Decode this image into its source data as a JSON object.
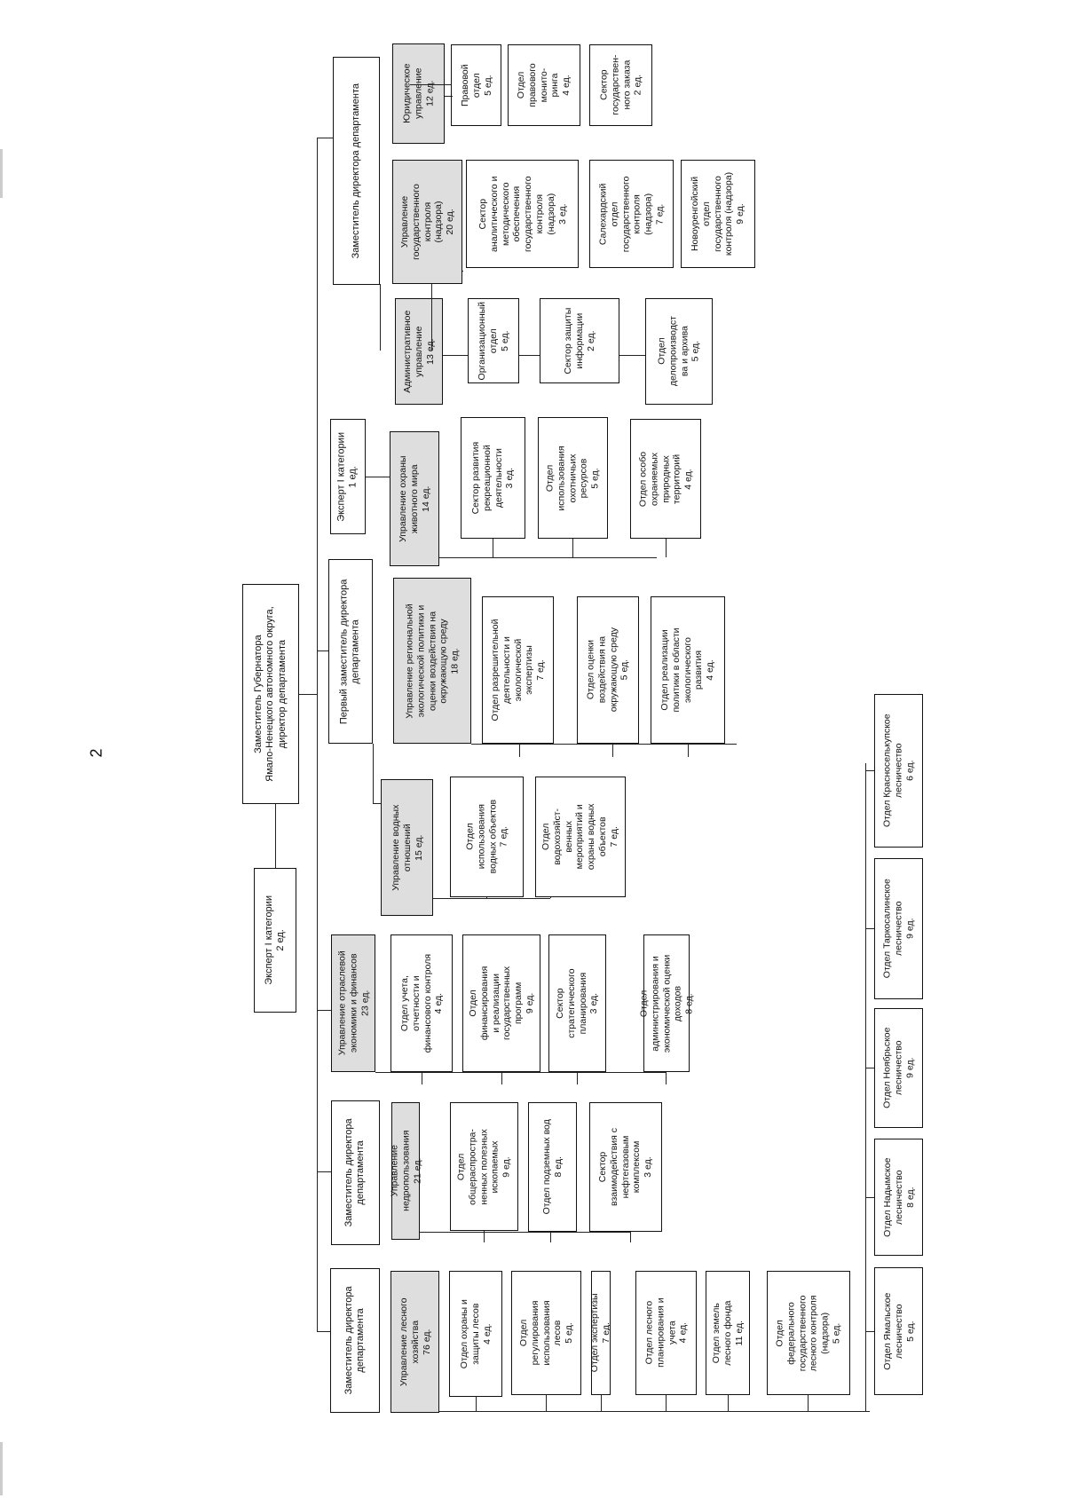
{
  "page_number": "2",
  "boxes": {
    "director": "Заместитель Губернатора\nЯмало-Ненецкого автономного округа,\nдиректор департамента",
    "expert_top": "Эксперт I категории\n2 ед.",
    "dep_legal_group": "Заместитель директора департамента",
    "dep_forest": "Заместитель директора\nдепартамента",
    "dep_nedra": "Заместитель директора\nдепартамента",
    "first_deputy": "Первый заместитель директора\nдепартамента",
    "expert_1": "Эксперт I категории\n1 ед.",
    "uprav_legal": "Юридическое\nуправление\n12 ед.",
    "legal_dept": "Правовой\nотдел\n5 ед.",
    "legal_monitoring": "Отдел\nправового\nмонито-\nринга\n4 ед.",
    "gos_zakaz": "Сектор\nгосударствен-\nного заказа\n2 ед.",
    "uprav_control": "Управление\nгосударственного\nконтроля\n(надзора)\n20 ед.",
    "sector_analytic": "Сектор\nаналитического и\nметодического\nобеспечения\nгосударственного\nконтроля\n(надзора)\n3 ед.",
    "salekhard": "Салехардский\nотдел\nгосударственного\nконтроля\n(надзора)\n7 ед.",
    "novy_urengoy": "Новоуренгойский\nотдел\nгосударственного\nконтроля (надзора)\n9 ед.",
    "uprav_admin": "Административное\nуправление\n13 ед.",
    "org_dept": "Организационный\nотдел\n5 ед.",
    "sector_info": "Сектор защиты\nинформации\n2 ед.",
    "archive": "Отдел\nделопроизводст\nва и архива\n5 ед.",
    "uprav_wildlife": "Управление охраны\nживотного мира\n14 ед.",
    "sector_recreation": "Сектор развития\nрекреационной\nдеятельности\n3 ед.",
    "hunting": "Отдел\nиспользования\nохотничьих\nресурсов\n5 ед.",
    "protected": "Отдел особо\nохраняемых\nприродных\nтерриторий\n4 ед.",
    "uprav_ecopolicy": "Управление региональной\nэкологической политики и\nоценки воздействия на\nокружающую среду\n18 ед.",
    "permits": "Отдел разрешительной\nдеятельности и\nэкологической\nэкспертизы\n7 ед.",
    "impact": "Отдел оценки\nвоздействия на\nокружающую среду\n5 ед.",
    "eco_development": "Отдел реализации\nполитики в области\nэкологического\nразвития\n4 ед.",
    "uprav_water": "Управление водных\nотношений\n15 ед.",
    "water_use": "Отдел\nиспользования\nводных объектов\n7 ед.",
    "water_economy": "Отдел\nводохозяйст-\nвенных\nмероприятий и\nохраны водных\nобъектов\n7 ед.",
    "uprav_economy": "Управление отраслевой\nэкономики и финансов\n23 ед.",
    "fin_control": "Отдел учета,\nотчетности и\nфинансового контроля\n4 ед.",
    "gos_programs": "Отдел\nфинансирования\nи реализации\nгосударственных\nпрограмм\n9 ед.",
    "strategic": "Сектор\nстратегического\nпланирования\n3 ед.",
    "admin_income": "Отдел\nадминистрирования и\nэкономической оценки\nдоходов\n8 ед.",
    "uprav_nedra": "Управление\nнедропользования\n21 ед.",
    "minerals": "Отдел\nобщераспростра-\nненных полезных\nископаемых\n9 ед.",
    "groundwater": "Отдел подземных вод\n8 ед.",
    "oilgas": "Сектор\nвзаимодействия с\nнефтегазовым\nкомплексом\n3 ед.",
    "uprav_forest": "Управление лесного\nхозяйства\n76 ед.",
    "forest_protection": "Отдел охраны и\nзащиты лесов\n4 ед.",
    "forest_regulation": "Отдел\nрегулирования\nиспользования\nлесов\n5 ед.",
    "expertise": "Отдел экспертизы\n7 ед.",
    "forest_planning": "Отдел лесного\nпланирования и\nучета\n4 ед.",
    "forest_lands": "Отдел земель\nлесного фонда\n11 ед.",
    "fed_forest_control": "Отдел\nфедерального\nгосударственного\nлесного контроля\n(надзора)\n5 ед.",
    "yamal_forestry": "Отдел Ямальское\nлесничество\n5 ед.",
    "nadym_forestry": "Отдел Надымское\nлесничество\n8 ед.",
    "noyabrsk_forestry": "Отдел Ноябрьское\nлесничество\n9 ед.",
    "tarko_forestry": "Отдел Таркосалинское\nлесничество\n9 ед.",
    "krasnoselkup_forestry": "Отдел Красноселькупское\nлесничество\n6 ед."
  }
}
